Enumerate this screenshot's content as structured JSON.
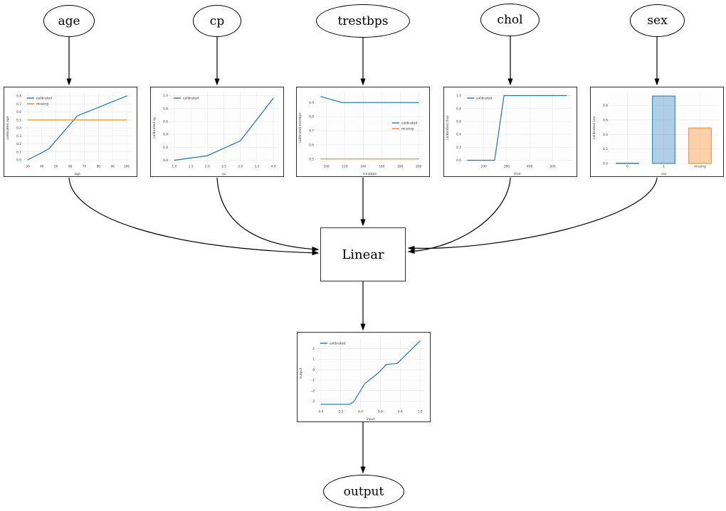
{
  "diagram": {
    "input_nodes": [
      {
        "id": "age",
        "label": "age"
      },
      {
        "id": "cp",
        "label": "cp"
      },
      {
        "id": "trestbps",
        "label": "trestbps"
      },
      {
        "id": "chol",
        "label": "chol"
      },
      {
        "id": "sex",
        "label": "sex"
      }
    ],
    "linear_label": "Linear",
    "output_label": "output",
    "edges": [
      {
        "from": "age",
        "to": "age-calibration"
      },
      {
        "from": "cp",
        "to": "cp-calibration"
      },
      {
        "from": "trestbps",
        "to": "trestbps-calibration"
      },
      {
        "from": "chol",
        "to": "chol-calibration"
      },
      {
        "from": "sex",
        "to": "sex-calibration"
      },
      {
        "from": "age-calibration",
        "to": "linear"
      },
      {
        "from": "cp-calibration",
        "to": "linear"
      },
      {
        "from": "trestbps-calibration",
        "to": "linear"
      },
      {
        "from": "chol-calibration",
        "to": "linear"
      },
      {
        "from": "sex-calibration",
        "to": "linear"
      },
      {
        "from": "linear",
        "to": "output-calibration"
      },
      {
        "from": "output-calibration",
        "to": "output"
      }
    ]
  },
  "colors": {
    "calibrated": "#1f77b4",
    "missing": "#ff7f0e",
    "edge": "#000000",
    "grid": "#e9e9e9",
    "tick_text": "#3b3b3b"
  },
  "chart_data": [
    {
      "id": "age-calibration",
      "type": "line",
      "xlabel": "age",
      "ylabel": "calibrated age",
      "xlim": [
        26.5,
        103.5
      ],
      "ylim": [
        -0.045,
        0.845
      ],
      "xticks": [
        "30",
        "40",
        "50",
        "60",
        "70",
        "80",
        "90",
        "100"
      ],
      "yticks": [
        "0.0",
        "0.1",
        "0.2",
        "0.3",
        "0.4",
        "0.5",
        "0.6",
        "0.7",
        "0.8"
      ],
      "legend": {
        "position": "top-left",
        "entries": [
          {
            "label": "calibrated",
            "color": "#1f77b4"
          },
          {
            "label": "missing",
            "color": "#ff7f0e"
          }
        ]
      },
      "series": [
        {
          "name": "calibrated",
          "color": "#1f77b4",
          "points": [
            [
              30,
              0.0
            ],
            [
              40,
              0.09
            ],
            [
              45,
              0.14
            ],
            [
              65,
              0.55
            ],
            [
              100,
              0.8
            ]
          ]
        },
        {
          "name": "missing",
          "color": "#ff7f0e",
          "points": [
            [
              30,
              0.5
            ],
            [
              100,
              0.5
            ]
          ]
        }
      ]
    },
    {
      "id": "cp-calibration",
      "type": "line",
      "xlabel": "cp",
      "ylabel": "calibrated cp",
      "xlim": [
        0.85,
        4.15
      ],
      "ylim": [
        -0.05,
        1.05
      ],
      "xticks": [
        "1.0",
        "1.5",
        "2.0",
        "2.5",
        "3.0",
        "3.5",
        "4.0"
      ],
      "yticks": [
        "0.0",
        "0.2",
        "0.4",
        "0.6",
        "0.8",
        "1.0"
      ],
      "legend": {
        "position": "top-left",
        "entries": [
          {
            "label": "calibrated",
            "color": "#1f77b4"
          }
        ]
      },
      "series": [
        {
          "name": "calibrated",
          "color": "#1f77b4",
          "points": [
            [
              1,
              0.0
            ],
            [
              2,
              0.07
            ],
            [
              3,
              0.3
            ],
            [
              4,
              0.96
            ]
          ]
        }
      ]
    },
    {
      "id": "trestbps-calibration",
      "type": "line",
      "xlabel": "trestbps",
      "ylabel": "calibrated trestbps",
      "xlim": [
        88,
        206
      ],
      "ylim": [
        0.468,
        0.972
      ],
      "xticks": [
        "100",
        "120",
        "140",
        "160",
        "180",
        "200"
      ],
      "yticks": [
        "0.5",
        "0.6",
        "0.7",
        "0.8",
        "0.9"
      ],
      "legend": {
        "position": "center-right",
        "entries": [
          {
            "label": "calibrated",
            "color": "#1f77b4"
          },
          {
            "label": "missing",
            "color": "#ff7f0e"
          }
        ]
      },
      "series": [
        {
          "name": "calibrated",
          "color": "#1f77b4",
          "points": [
            [
              94,
              0.943
            ],
            [
              117,
              0.9
            ],
            [
              200,
              0.9
            ]
          ]
        },
        {
          "name": "missing",
          "color": "#ff7f0e",
          "points": [
            [
              94,
              0.5
            ],
            [
              200,
              0.5
            ]
          ]
        }
      ]
    },
    {
      "id": "chol-calibration",
      "type": "line",
      "xlabel": "chol",
      "ylabel": "calibrated chol",
      "xlim": [
        108,
        582
      ],
      "ylim": [
        -0.05,
        1.05
      ],
      "xticks": [
        "200",
        "300",
        "400",
        "500"
      ],
      "yticks": [
        "0.0",
        "0.2",
        "0.4",
        "0.6",
        "0.8",
        "1.0"
      ],
      "legend": {
        "position": "top-left",
        "entries": [
          {
            "label": "calibrated",
            "color": "#1f77b4"
          }
        ]
      },
      "series": [
        {
          "name": "calibrated",
          "color": "#1f77b4",
          "points": [
            [
              130,
              0.0
            ],
            [
              247,
              0.0
            ],
            [
              288,
              1.0
            ],
            [
              560,
              1.0
            ]
          ]
        }
      ]
    },
    {
      "id": "sex-calibration",
      "type": "bar",
      "xlabel": "sex",
      "ylabel": "calibrated sex",
      "ylim": [
        0,
        0.98
      ],
      "categories": [
        "0",
        "1",
        "missing"
      ],
      "values": [
        0.004,
        0.93,
        0.49
      ],
      "bar_colors": [
        "#1f77b4",
        "#1f77b4",
        "#ff7f0e"
      ],
      "yticks": [
        "0.0",
        "0.2",
        "0.4",
        "0.6",
        "0.8"
      ],
      "legend": {
        "position": "none",
        "entries": []
      }
    },
    {
      "id": "output-calibration",
      "type": "line",
      "xlabel": "input",
      "ylabel": "output",
      "xlim": [
        -0.05,
        1.05
      ],
      "ylim": [
        -3.7,
        3.05
      ],
      "xticks": [
        "0.0",
        "0.2",
        "0.4",
        "0.6",
        "0.8",
        "1.0"
      ],
      "yticks": [
        "-3",
        "-2",
        "-1",
        "0",
        "1",
        "2"
      ],
      "legend": {
        "position": "top-left",
        "entries": [
          {
            "label": "calibrated",
            "color": "#1f77b4"
          }
        ]
      },
      "series": [
        {
          "name": "calibrated",
          "color": "#1f77b4",
          "points": [
            [
              0.0,
              -3.28
            ],
            [
              0.29,
              -3.28
            ],
            [
              0.33,
              -3.05
            ],
            [
              0.44,
              -1.35
            ],
            [
              0.5,
              -0.9
            ],
            [
              0.58,
              -0.3
            ],
            [
              0.66,
              0.5
            ],
            [
              0.77,
              0.6
            ],
            [
              1.0,
              2.72
            ]
          ]
        }
      ]
    }
  ]
}
